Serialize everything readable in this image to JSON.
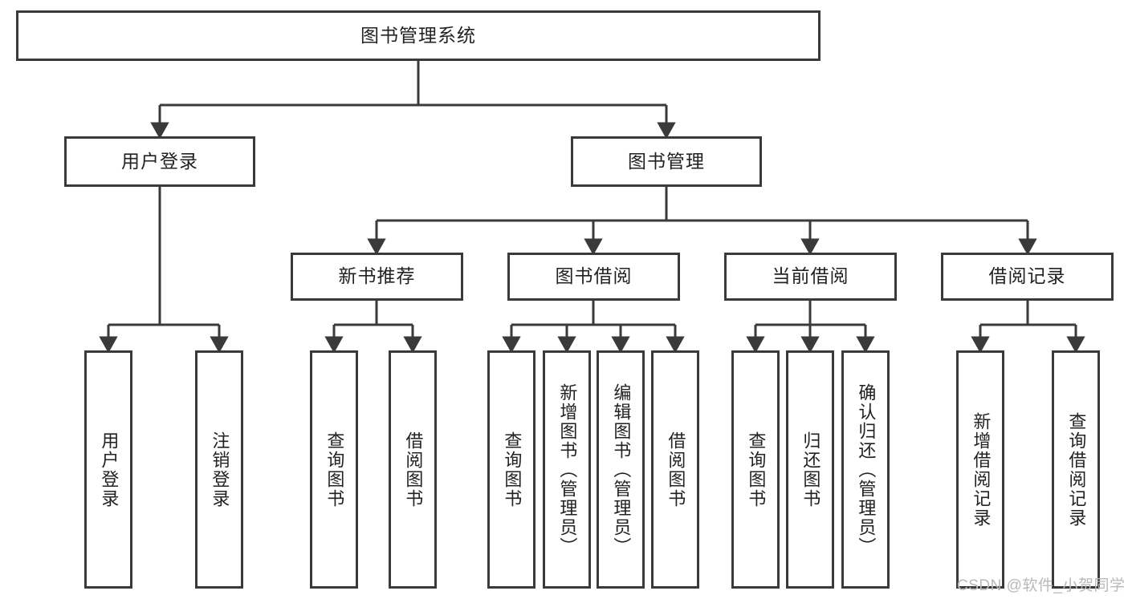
{
  "diagram": {
    "type": "hierarchy-tree",
    "title": "图书管理系统",
    "root": {
      "label": "图书管理系统"
    },
    "level2": [
      {
        "label": "用户登录"
      },
      {
        "label": "图书管理"
      }
    ],
    "level3": [
      {
        "label": "新书推荐"
      },
      {
        "label": "图书借阅"
      },
      {
        "label": "当前借阅"
      },
      {
        "label": "借阅记录"
      }
    ],
    "leaves": {
      "user_login": [
        {
          "label": "用户登录"
        },
        {
          "label": "注销登录"
        }
      ],
      "new_book_recommend": [
        {
          "label": "查询图书"
        },
        {
          "label": "借阅图书"
        }
      ],
      "book_borrow": [
        {
          "label": "查询图书"
        },
        {
          "label": "新增图书（管理员）"
        },
        {
          "label": "编辑图书（管理员）"
        },
        {
          "label": "借阅图书"
        }
      ],
      "current_borrow": [
        {
          "label": "查询图书"
        },
        {
          "label": "归还图书"
        },
        {
          "label": "确认归还（管理员）"
        }
      ],
      "borrow_record": [
        {
          "label": "新增借阅记录"
        },
        {
          "label": "查询借阅记录"
        }
      ]
    }
  },
  "watermark": {
    "text": "CSDN @软件_小贺同学"
  },
  "colors": {
    "stroke": "#3a3a3a",
    "text": "#222222",
    "background": "#ffffff",
    "watermark": "#b9b9b9"
  }
}
